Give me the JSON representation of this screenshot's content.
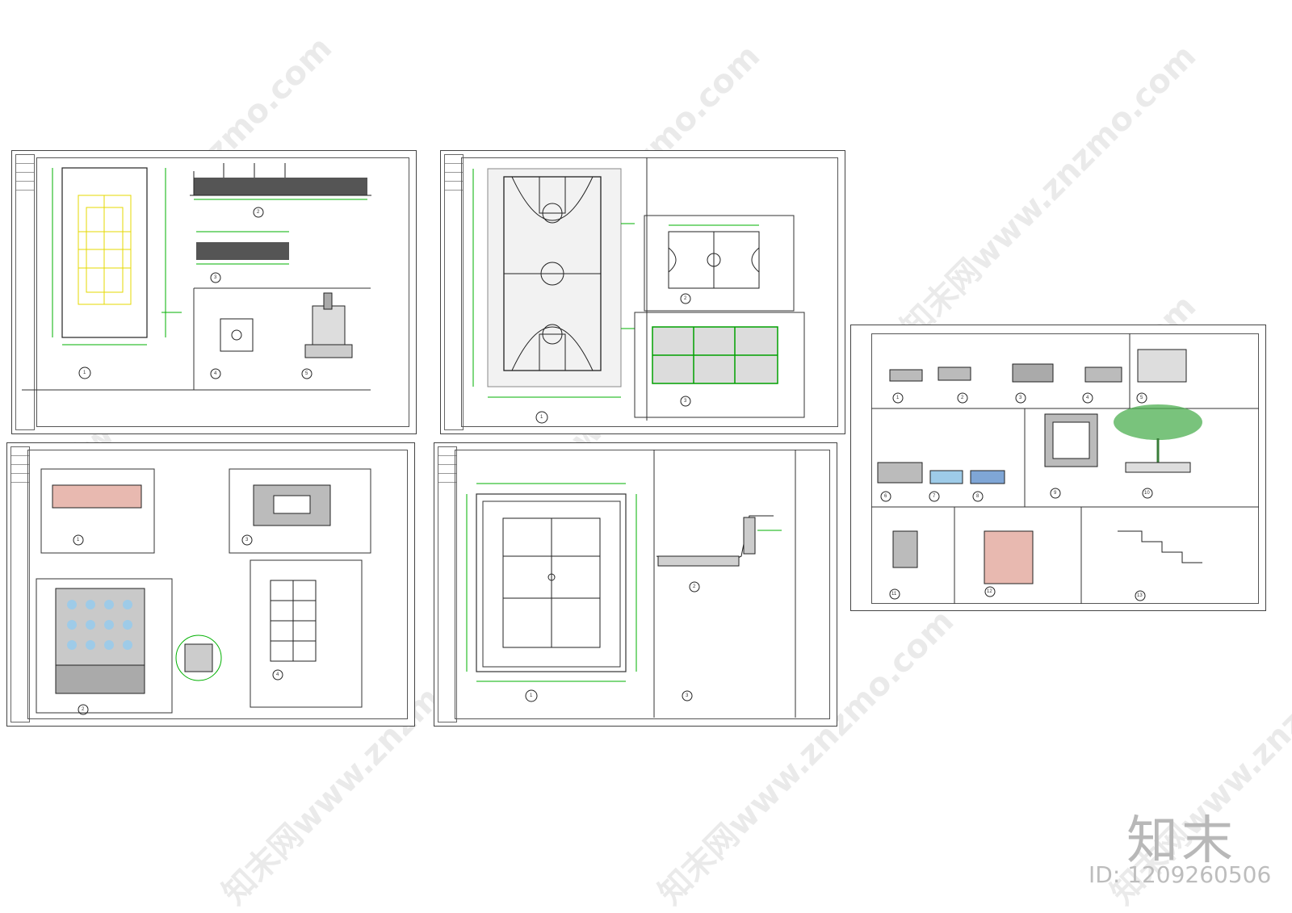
{
  "watermark": {
    "text": "知末网www.znzmo.com"
  },
  "brand": {
    "logo_text": "知末",
    "id_label": "ID: 1209260506"
  },
  "colors": {
    "line": "#222222",
    "dim": "#00b000",
    "court_yellow": "#e6d800",
    "fill_dark": "#555555",
    "fill_blue": "#9ecbe8",
    "fill_pink": "#e8b9b0",
    "tree": "#4caf50"
  },
  "sheets": [
    {
      "name": "sheet-badminton-court",
      "callouts": [
        "1",
        "2",
        "3",
        "4",
        "5"
      ]
    },
    {
      "name": "sheet-basketball-court",
      "callouts": [
        "1",
        "2",
        "3"
      ]
    },
    {
      "name": "sheet-paving-details",
      "callouts": [
        "1",
        "2",
        "3",
        "4"
      ]
    },
    {
      "name": "sheet-tennis-court",
      "callouts": [
        "1",
        "2",
        "3"
      ]
    },
    {
      "name": "sheet-construction-details",
      "callouts": [
        "1",
        "2",
        "3",
        "4",
        "5",
        "6",
        "7",
        "8",
        "9",
        "10",
        "11",
        "12",
        "13"
      ]
    }
  ]
}
